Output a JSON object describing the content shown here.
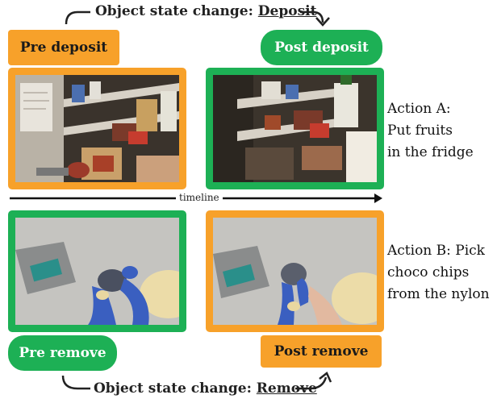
{
  "top": {
    "caption_prefix": "Object state change: ",
    "caption_word": "Deposit",
    "pre_label": "Pre deposit",
    "post_label": "Post deposit",
    "action_lines": [
      "Action A:",
      "Put fruits",
      "in the fridge"
    ]
  },
  "bottom": {
    "caption_prefix": "Object state change: ",
    "caption_word": "Remove",
    "pre_label": "Pre remove",
    "post_label": "Post remove",
    "action_lines": [
      "Action B: Pick",
      "choco chips",
      "from the nylon"
    ]
  },
  "timeline": {
    "label": "timeline"
  },
  "colors": {
    "orange": "#f7a12a",
    "green": "#1db055"
  }
}
